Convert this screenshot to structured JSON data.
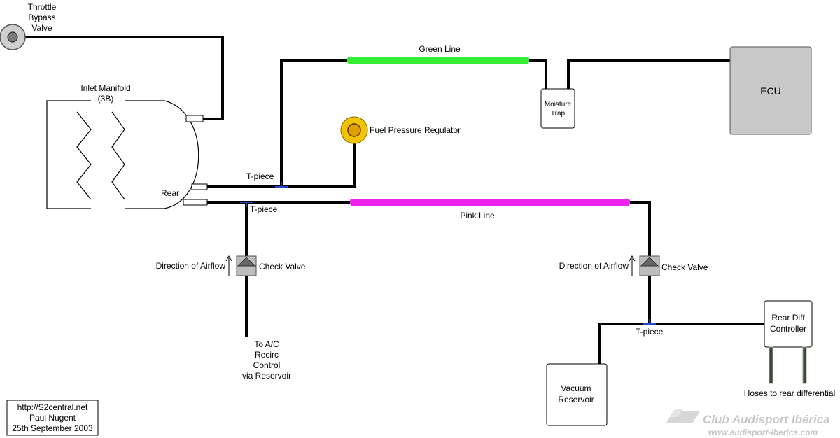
{
  "labels": {
    "throttle_bypass": [
      "Throttle",
      "Bypass",
      "Valve"
    ],
    "inlet_manifold": [
      "Inlet Manifold",
      "(3B)"
    ],
    "rear": "Rear",
    "green_line": "Green Line",
    "moisture_trap": [
      "Moisture",
      "Trap"
    ],
    "ecu": "ECU",
    "fuel_pressure_regulator": "Fuel Pressure Regulator",
    "t_piece_upper": "T-piece",
    "t_piece_lower": "T-piece",
    "t_piece_right": "T-piece",
    "pink_line": "Pink Line",
    "direction_left": "Direction of Airflow",
    "check_valve_left": "Check Valve",
    "direction_right": "Direction of Airflow",
    "check_valve_right": "Check Valve",
    "to_ac": [
      "To A/C",
      "Recirc",
      "Control",
      "via Reservoir"
    ],
    "vacuum_reservoir": [
      "Vacuum",
      "Reservoir"
    ],
    "rear_diff_controller": [
      "Rear Diff",
      "Controller"
    ],
    "hoses": "Hoses to rear differential"
  },
  "credits": [
    "http://S2central.net",
    "Paul Nugent",
    "25th September 2003"
  ],
  "watermark": {
    "name": "Club Audisport Ibérica",
    "url": "www.audisport-iberica.com"
  },
  "colors": {
    "green_line": "#33ee33",
    "pink_line": "#ee22ee",
    "t_piece": "#2244cc",
    "ecu_fill": "#c8c8c8",
    "fpr_fill": "#f2c300"
  }
}
